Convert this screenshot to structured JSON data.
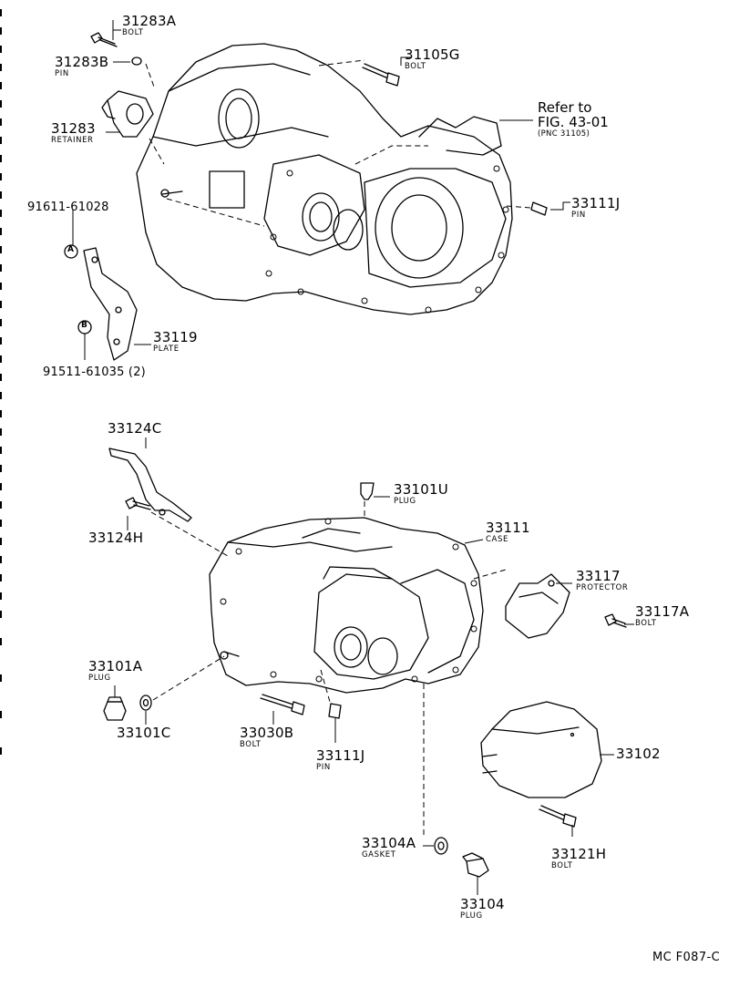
{
  "upper_group": {
    "bolt_top": {
      "part_no": "31283A",
      "desc": "BOLT"
    },
    "pin_retainer": {
      "part_no": "31283B",
      "desc": "PIN"
    },
    "retainer": {
      "part_no": "31283",
      "desc": "RETAINER"
    },
    "bolt_housing": {
      "part_no": "31105G",
      "desc": "BOLT"
    },
    "reference": {
      "line1": "Refer to",
      "line2": "FIG. 43-01",
      "line3": "(PNC 31105)"
    },
    "pin_housing": {
      "part_no": "33111J",
      "desc": "PIN"
    },
    "bolt_a": {
      "part_no": "91611-61028",
      "marker": "A"
    },
    "bolt_b": {
      "part_no": "91511-61035 (2)",
      "marker": "B"
    },
    "plate": {
      "part_no": "33119",
      "desc": "PLATE"
    }
  },
  "lower_group": {
    "bracket": {
      "part_no": "33124C"
    },
    "bracket_bolt": {
      "part_no": "33124H"
    },
    "plug_top": {
      "part_no": "33101U",
      "desc": "PLUG"
    },
    "case": {
      "part_no": "33111",
      "desc": "CASE"
    },
    "protector": {
      "part_no": "33117",
      "desc": "PROTECTOR"
    },
    "protector_bolt": {
      "part_no": "33117A",
      "desc": "BOLT"
    },
    "plug_side": {
      "part_no": "33101A",
      "desc": "PLUG"
    },
    "washer": {
      "part_no": "33101C"
    },
    "case_bolt": {
      "part_no": "33030B",
      "desc": "BOLT"
    },
    "pin_case": {
      "part_no": "33111J",
      "desc": "PIN"
    },
    "cover": {
      "part_no": "33102"
    },
    "cover_bolt": {
      "part_no": "33121H",
      "desc": "BOLT"
    },
    "gasket": {
      "part_no": "33104A",
      "desc": "GASKET"
    },
    "plug_drain": {
      "part_no": "33104",
      "desc": "PLUG"
    }
  },
  "figure_code": "MC F087-C"
}
